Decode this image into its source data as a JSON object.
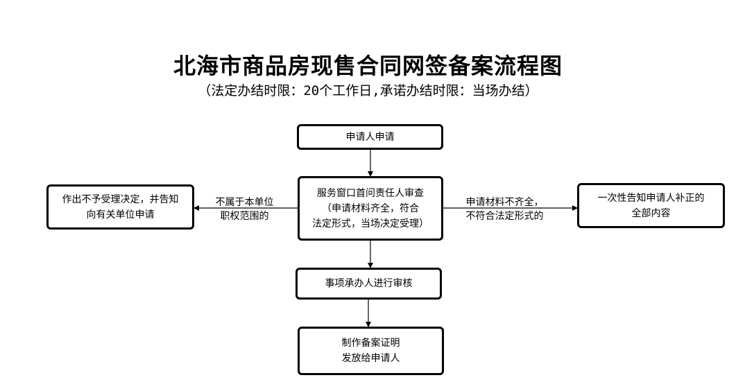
{
  "title": "北海市商品房现售合同网签备案流程图",
  "subtitle": "（法定办结时限：20个工作日,承诺办结时限：当场办结）",
  "nodes": {
    "apply": [
      "申请人申请"
    ],
    "window": [
      "服务窗口首问责任人审查",
      "（申请材料齐全，符合",
      "法定形式，当场决定受理）"
    ],
    "reject": [
      "作出不予受理决定，并告知",
      "向有关单位申请"
    ],
    "notify": [
      "一次性告知申请人补正的",
      "全部内容"
    ],
    "review": [
      "事项承办人进行审核"
    ],
    "issue": [
      "制作备案证明",
      "发放给申请人"
    ]
  },
  "edges": {
    "to_reject": [
      "不属于本单位",
      "职权范围的"
    ],
    "to_notify": [
      "申请材料不齐全，",
      "不符合法定形式的"
    ]
  }
}
